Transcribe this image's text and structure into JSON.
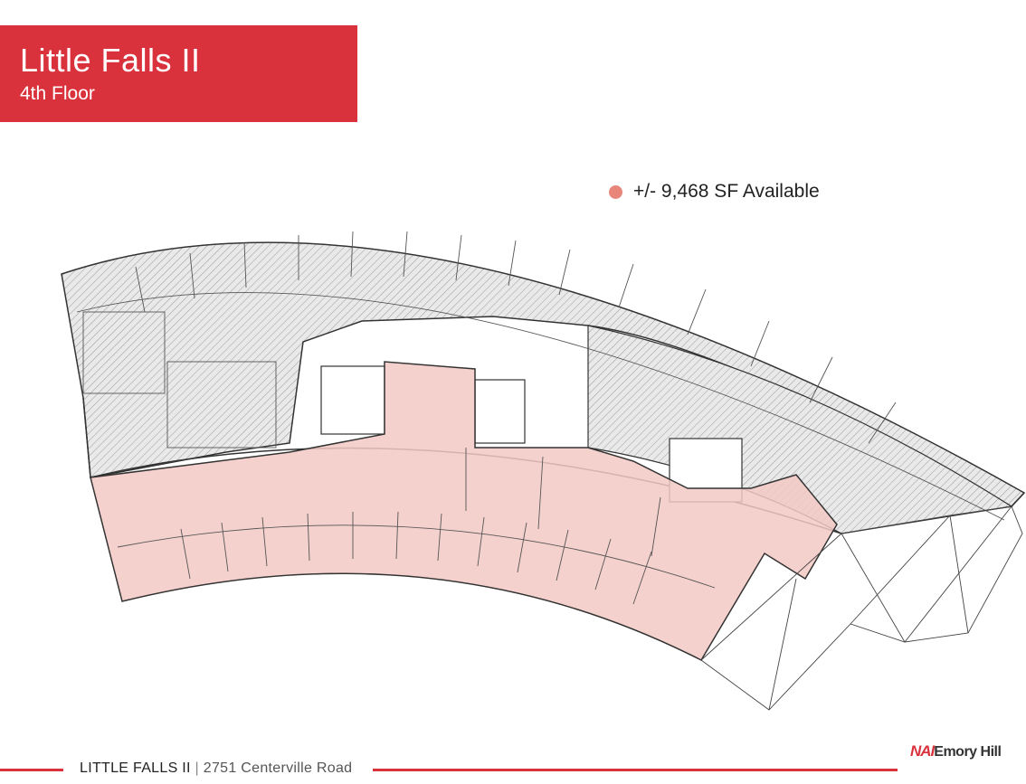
{
  "header": {
    "title": "Little Falls II",
    "subtitle": "4th Floor"
  },
  "legend": {
    "label": "+/- 9,468 SF Available",
    "color": "#e8867c"
  },
  "footer": {
    "building": "LITTLE FALLS II",
    "separator": "|",
    "address": "2751 Centerville Road"
  },
  "logo": {
    "brand": "NAI",
    "name": "Emory Hill"
  },
  "colors": {
    "accent": "#d9323c",
    "available": "#e8867c"
  }
}
